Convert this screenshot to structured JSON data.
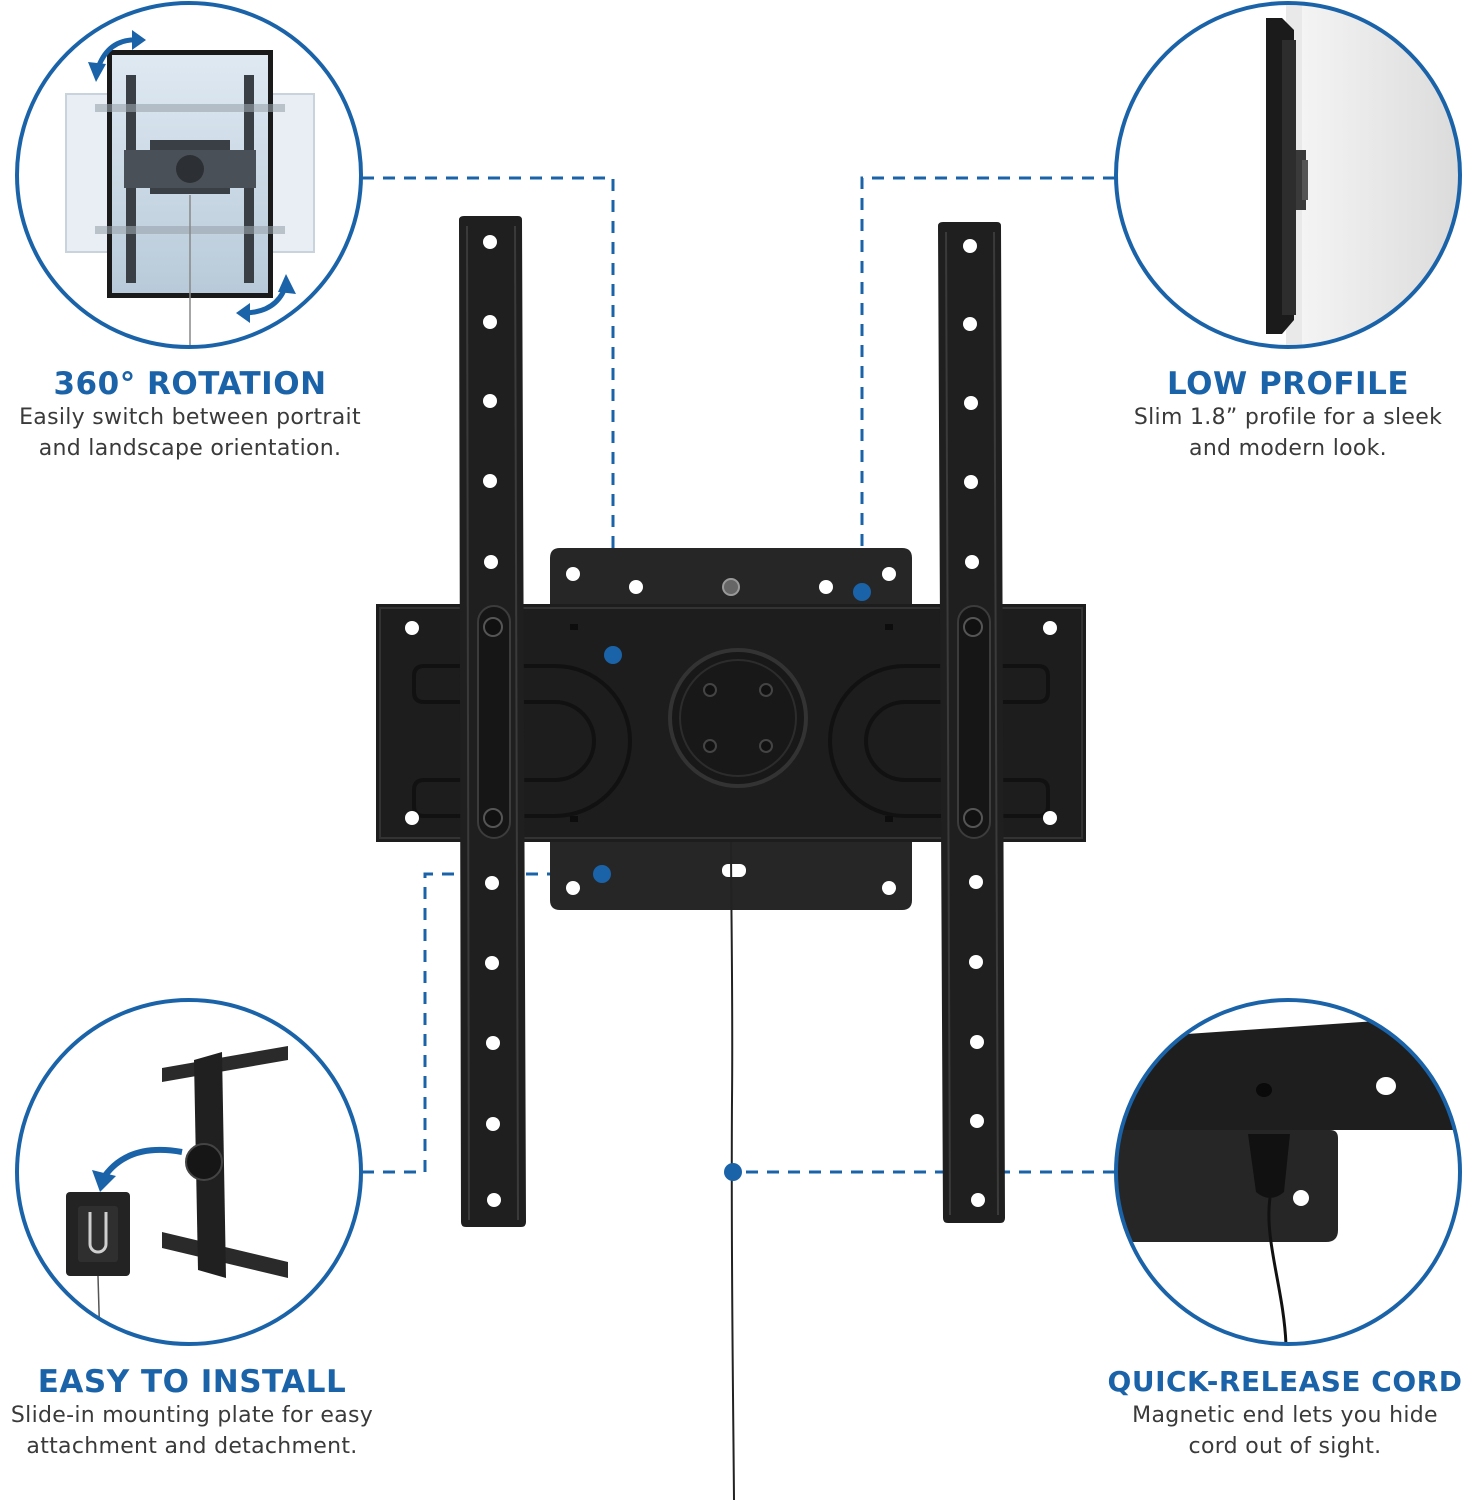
{
  "colors": {
    "accent": "#1b63a8",
    "metal": "#222222",
    "background": "#ffffff"
  },
  "features": [
    {
      "id": "rotation",
      "title": "360° ROTATION",
      "desc_line1": "Easily switch between portrait",
      "desc_line2": "and landscape orientation.",
      "icon": "rotation-icon"
    },
    {
      "id": "profile",
      "title": "LOW PROFILE",
      "desc_line1": "Slim 1.8” profile for a sleek",
      "desc_line2": "and modern look.",
      "icon": "tv-side-profile-icon"
    },
    {
      "id": "install",
      "title": "EASY TO INSTALL",
      "desc_line1": "Slide-in mounting plate for easy",
      "desc_line2": "attachment and detachment.",
      "icon": "mounting-plate-icon"
    },
    {
      "id": "cord",
      "title": "QUICK-RELEASE CORD",
      "desc_line1": "Magnetic end lets you hide",
      "desc_line2": "cord out of sight.",
      "icon": "magnetic-cord-icon"
    }
  ]
}
